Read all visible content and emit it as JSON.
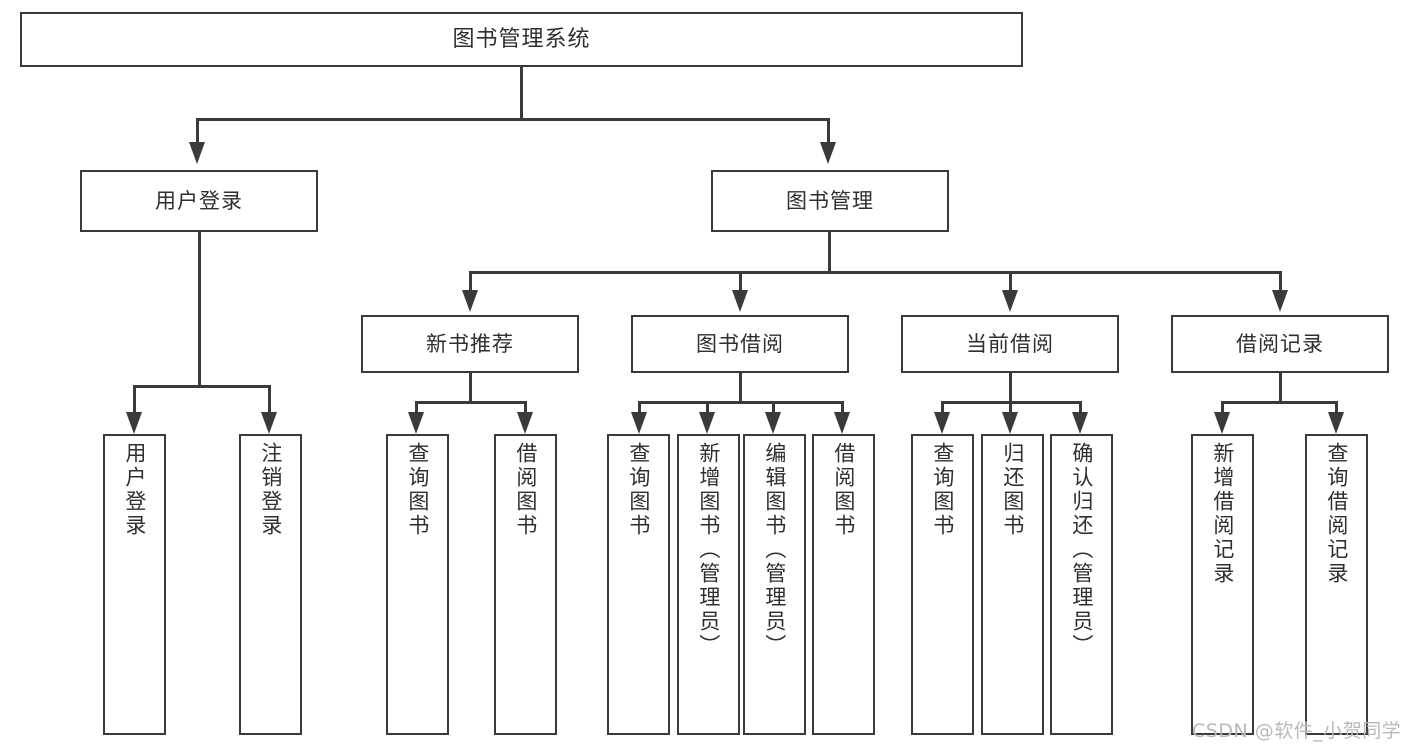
{
  "diagram": {
    "title": "图书管理系统",
    "type": "hierarchy-tree",
    "orientation": "top-down",
    "levels": 4,
    "colors": {
      "box_border": "#3a3a3a",
      "box_fill": "#ffffff",
      "text": "#2f2f2f",
      "connector": "#3a3a3a",
      "watermark": "#b9b9b9",
      "background": "#ffffff"
    }
  },
  "root": {
    "label": "图书管理系统"
  },
  "level1": [
    {
      "id": "user-login",
      "label": "用户登录"
    },
    {
      "id": "book-management",
      "label": "图书管理"
    }
  ],
  "level2": [
    {
      "id": "new-book-recommend",
      "label": "新书推荐",
      "parent": "book-management"
    },
    {
      "id": "book-borrow",
      "label": "图书借阅",
      "parent": "book-management"
    },
    {
      "id": "current-borrow",
      "label": "当前借阅",
      "parent": "book-management"
    },
    {
      "id": "borrow-record",
      "label": "借阅记录",
      "parent": "book-management"
    }
  ],
  "leaves": {
    "user_login": [
      {
        "id": "leaf-user-login",
        "label": "用户登录"
      },
      {
        "id": "leaf-user-logout",
        "label": "注销登录"
      }
    ],
    "new_book_recommend": [
      {
        "id": "leaf-query-book-1",
        "label": "查询图书"
      },
      {
        "id": "leaf-borrow-book-1",
        "label": "借阅图书"
      }
    ],
    "book_borrow": [
      {
        "id": "leaf-query-book-2",
        "label": "查询图书"
      },
      {
        "id": "leaf-add-book",
        "label": "新增图书（管理员）"
      },
      {
        "id": "leaf-edit-book",
        "label": "编辑图书（管理员）"
      },
      {
        "id": "leaf-borrow-book-2",
        "label": "借阅图书"
      }
    ],
    "current_borrow": [
      {
        "id": "leaf-query-book-3",
        "label": "查询图书"
      },
      {
        "id": "leaf-return-book",
        "label": "归还图书"
      },
      {
        "id": "leaf-confirm-return",
        "label": "确认归还（管理员）"
      }
    ],
    "borrow_record": [
      {
        "id": "leaf-add-record",
        "label": "新增借阅记录"
      },
      {
        "id": "leaf-query-record",
        "label": "查询借阅记录"
      }
    ]
  },
  "watermark": {
    "text": "CSDN @软件_小贺同学"
  }
}
